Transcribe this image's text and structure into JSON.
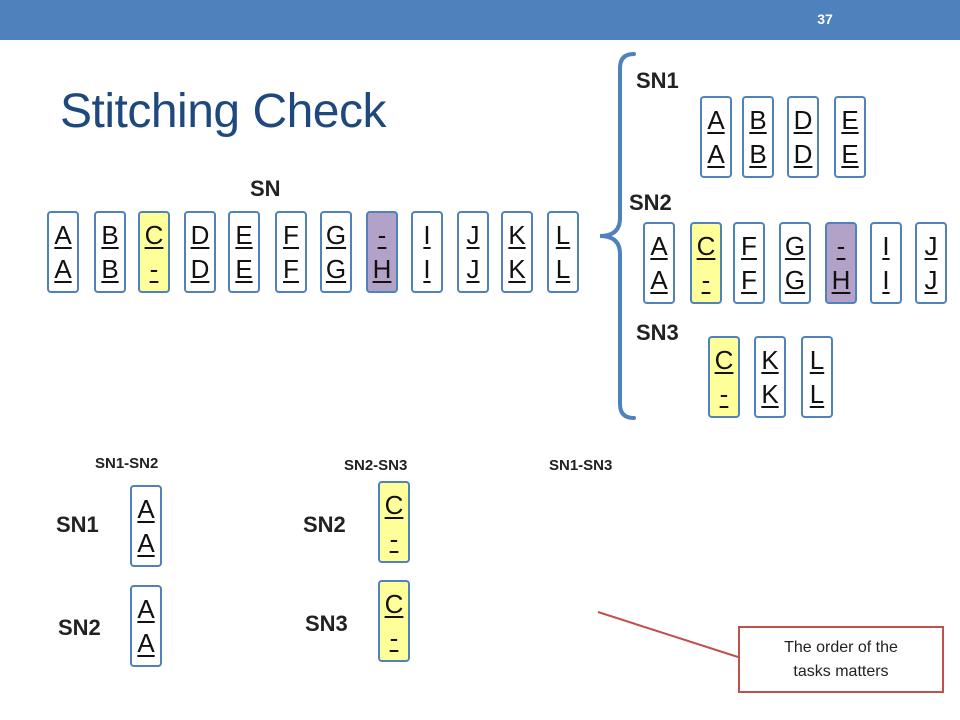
{
  "slide": {
    "page_number": "37",
    "title": "Stitching Check"
  },
  "sn": {
    "label": "SN",
    "tasks": [
      {
        "top": "A",
        "bottom": "A"
      },
      {
        "top": "B",
        "bottom": "B"
      },
      {
        "top": "C",
        "bottom": "-"
      },
      {
        "top": "D",
        "bottom": "D"
      },
      {
        "top": "E",
        "bottom": "E"
      },
      {
        "top": "F",
        "bottom": "F"
      },
      {
        "top": "G",
        "bottom": "G"
      },
      {
        "top": "-",
        "bottom": "H"
      },
      {
        "top": "I",
        "bottom": "I"
      },
      {
        "top": "J",
        "bottom": "J"
      },
      {
        "top": "K",
        "bottom": "K"
      },
      {
        "top": "L",
        "bottom": "L"
      }
    ]
  },
  "sn1": {
    "label": "SN1",
    "tasks": [
      {
        "top": "A",
        "bottom": "A"
      },
      {
        "top": "B",
        "bottom": "B"
      },
      {
        "top": "D",
        "bottom": "D"
      },
      {
        "top": "E",
        "bottom": "E"
      }
    ]
  },
  "sn2": {
    "label": "SN2",
    "tasks": [
      {
        "top": "A",
        "bottom": "A"
      },
      {
        "top": "C",
        "bottom": "-"
      },
      {
        "top": "F",
        "bottom": "F"
      },
      {
        "top": "G",
        "bottom": "G"
      },
      {
        "top": "-",
        "bottom": "H"
      },
      {
        "top": "I",
        "bottom": "I"
      },
      {
        "top": "J",
        "bottom": "J"
      }
    ]
  },
  "sn3": {
    "label": "SN3",
    "tasks": [
      {
        "top": "C",
        "bottom": "-"
      },
      {
        "top": "K",
        "bottom": "K"
      },
      {
        "top": "L",
        "bottom": "L"
      }
    ]
  },
  "pairs": {
    "sn1_sn2": {
      "heading": "SN1-SN2",
      "row1_label": "SN1",
      "row2_label": "SN2",
      "row1_task": {
        "top": "A",
        "bottom": "A"
      },
      "row2_task": {
        "top": "A",
        "bottom": "A"
      }
    },
    "sn2_sn3": {
      "heading": "SN2-SN3",
      "row1_label": "SN2",
      "row2_label": "SN3",
      "row1_task": {
        "top": "C",
        "bottom": "-"
      },
      "row2_task": {
        "top": "C",
        "bottom": "-"
      }
    },
    "sn1_sn3": {
      "heading": "SN1-SN3"
    }
  },
  "callout": {
    "line1": "The order of the",
    "line2": "tasks matters"
  },
  "colors": {
    "accent": "#4f81bd",
    "title": "#1f497d",
    "highlight_yellow": "#ffff9a",
    "highlight_purple": "#b3a2c7",
    "callout_border": "#c0504d"
  }
}
